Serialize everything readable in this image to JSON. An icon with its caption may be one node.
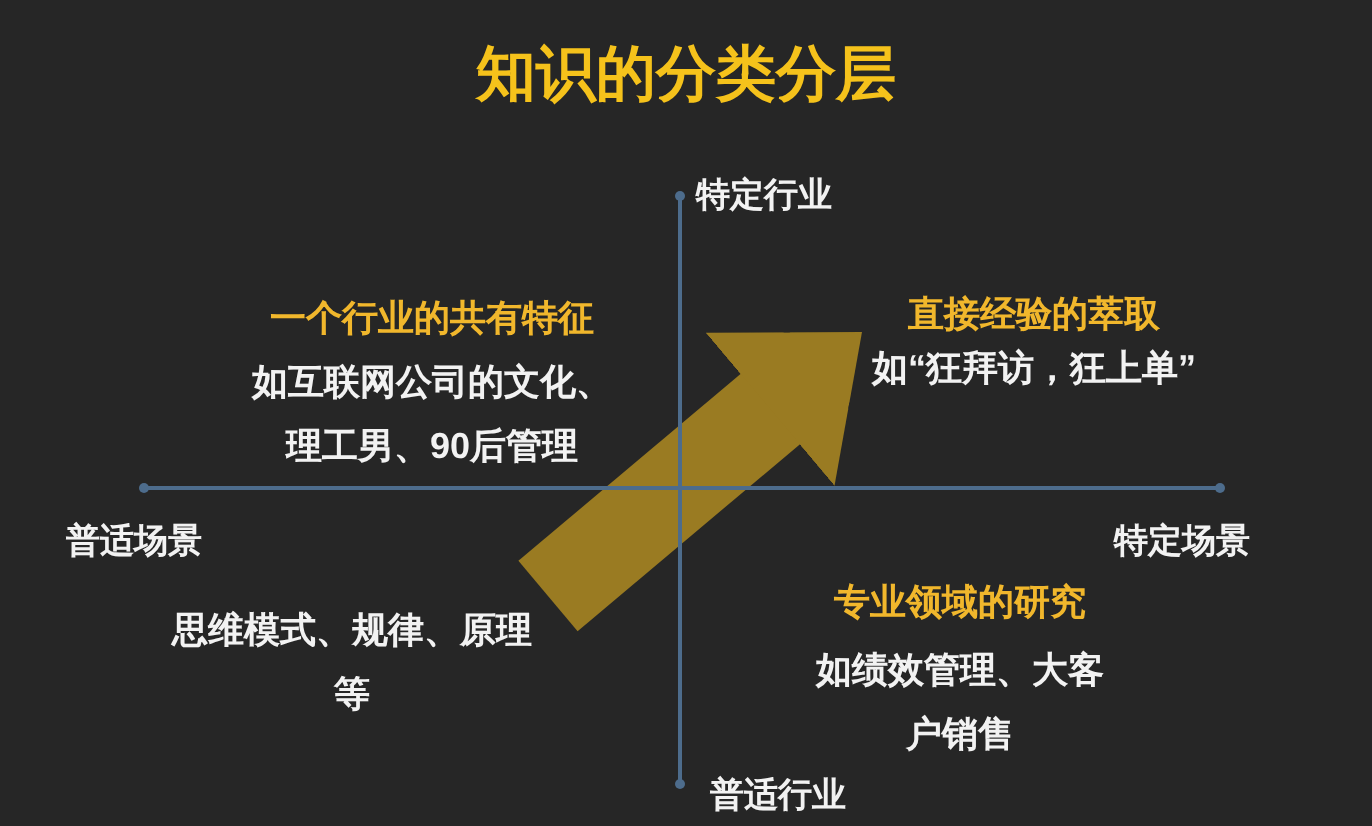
{
  "diagram": {
    "title": "知识的分类分层",
    "nodes": [
      {
        "text": [
          "直接经验的萃取",
          "如“狂拜访，狂上单”"
        ]
      },
      {
        "text": [
          "思维模式、规律、原理等"
        ]
      }
    ],
    "edges": [
      {
        "from": 1,
        "to": 0,
        "arrow": "to"
      }
    ],
    "labels": [
      "特定行业",
      "一个行业的共有特征",
      "如互联网公司的文化、理工男、90后管理",
      "普适场景",
      "特定场景",
      "专业领域的研究",
      "如绩效管理、大客户销售",
      "普适行业"
    ]
  }
}
